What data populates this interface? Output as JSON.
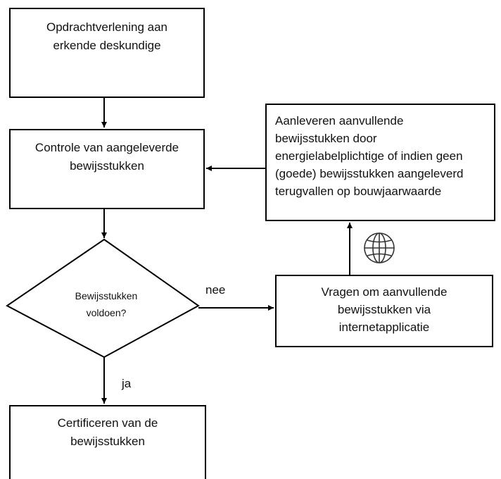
{
  "nodes": {
    "assign": {
      "label": "Opdrachtverlening aan\nerkende deskundige"
    },
    "check": {
      "label": "Controle van aangeleverde\nbewijsstukken"
    },
    "decision": {
      "label": "Bewijsstukken\nvoldoen?"
    },
    "request": {
      "label": "Vragen om aanvullende\nbewijsstukken via\ninternetapplicatie"
    },
    "supply": {
      "label": "Aanleveren aanvullende\nbewijsstukken door\nenergielabelplichtige of indien geen\n(goede) bewijsstukken aangeleverd\nterugvallen op bouwjaarwaarde"
    },
    "certify": {
      "label": "Certificeren van de\nbewijsstukken"
    }
  },
  "edges": {
    "no_label": "nee",
    "yes_label": "ja"
  },
  "icons": {
    "internet": "globe-icon"
  },
  "colors": {
    "stroke": "#000000",
    "text": "#111111",
    "background": "#ffffff"
  }
}
